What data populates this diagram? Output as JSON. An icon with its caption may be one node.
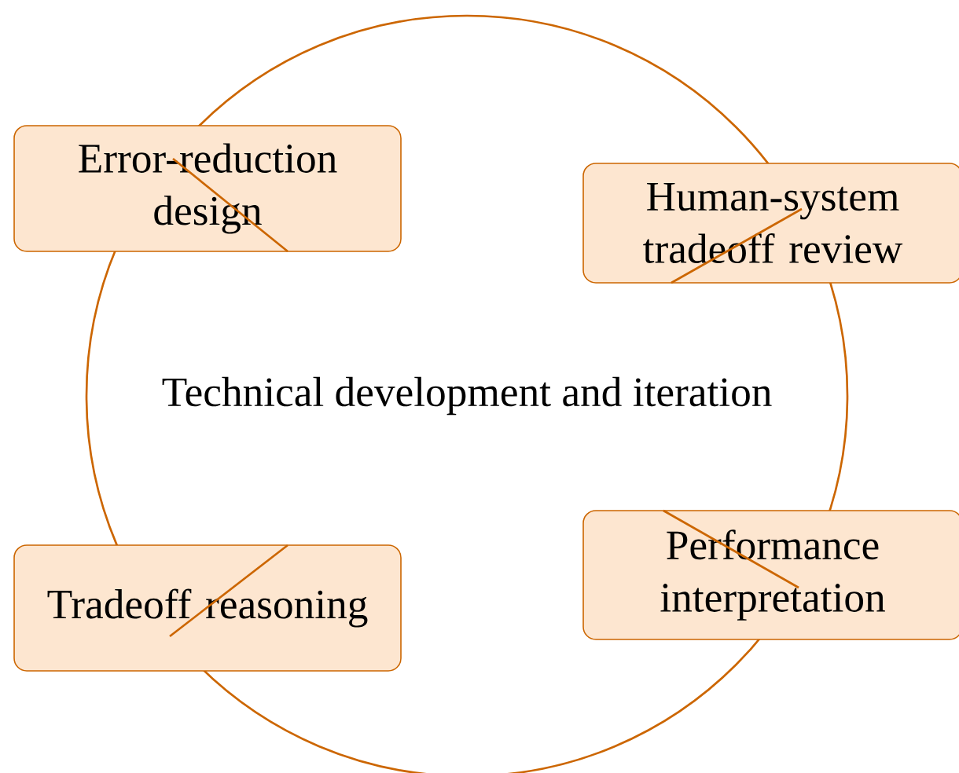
{
  "diagram": {
    "nodes": [
      {
        "text": [
          "Technical development and iteration"
        ]
      },
      {
        "text": [
          "Error-reduction design"
        ]
      },
      {
        "text": [
          "Human-system tradeoff review"
        ]
      },
      {
        "text": [
          "Tradeoff reasoning"
        ]
      },
      {
        "text": [
          "Performance interpretation"
        ]
      }
    ]
  }
}
